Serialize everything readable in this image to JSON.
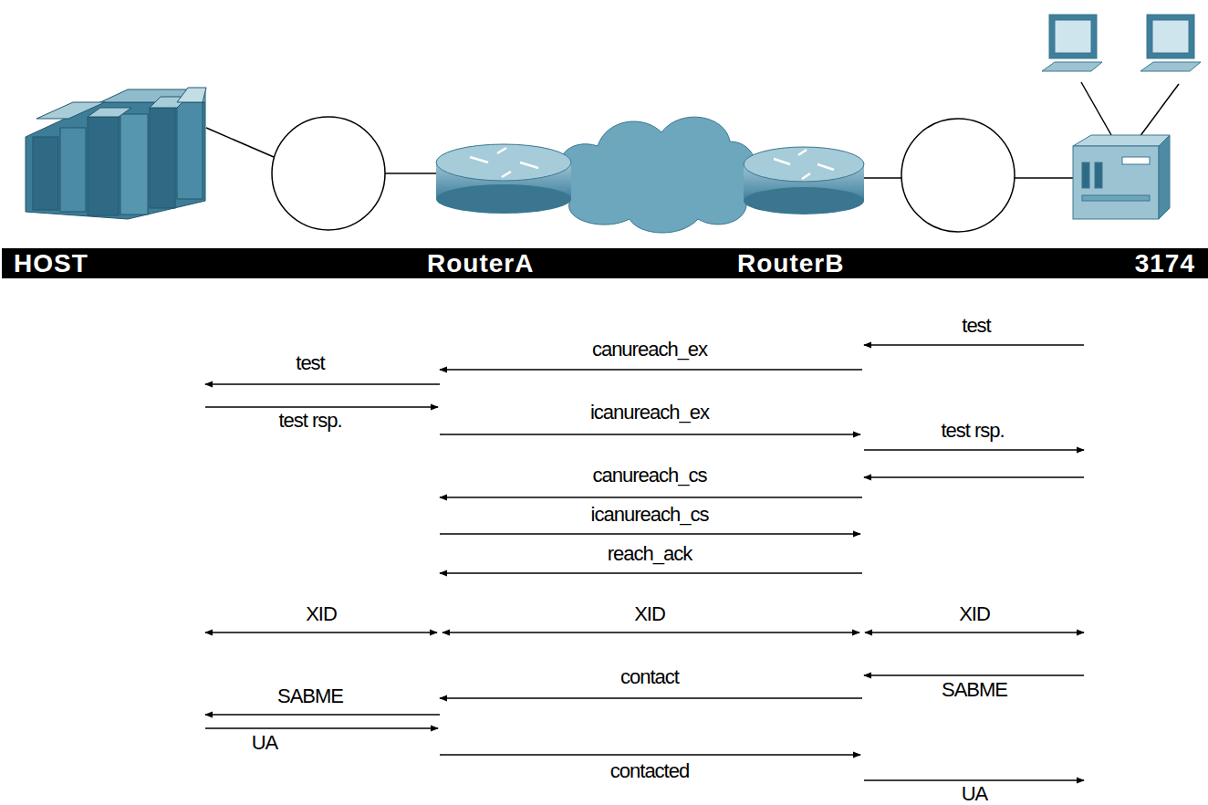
{
  "diagram": {
    "nodes": [
      {
        "text": [
          "HOST",
          "RouterA",
          "RouterB",
          "3174"
        ]
      }
    ],
    "labels": [
      "test",
      "canureach_ex",
      "test",
      "test rsp.",
      "icanureach_ex",
      "test rsp.",
      "canureach_cs",
      "icanureach_cs",
      "reach_ack",
      "XID",
      "XID",
      "XID",
      "contact",
      "SABME",
      "SABME",
      "UA",
      "contacted",
      "UA"
    ]
  }
}
